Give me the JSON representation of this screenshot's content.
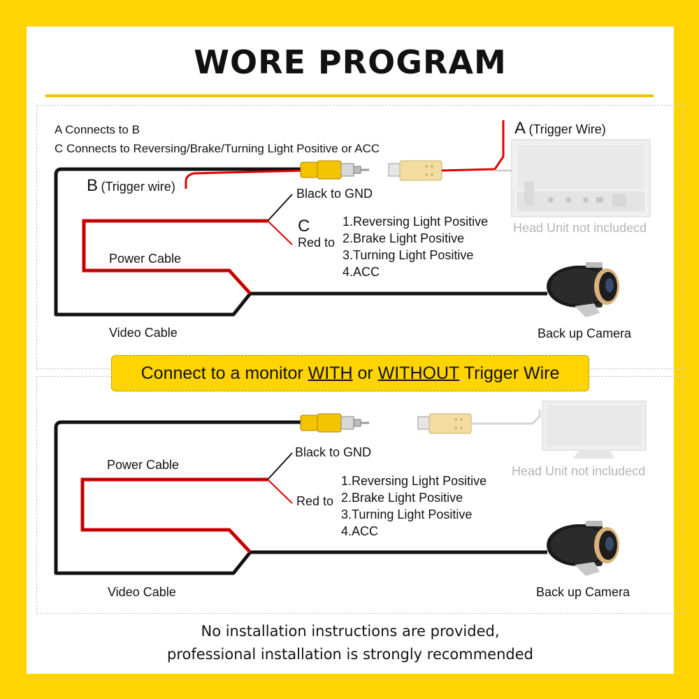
{
  "title": "WORE PROGRAM",
  "top_panel": {
    "note_line1": "A Connects to B",
    "note_line2": "C Connects to Reversing/Brake/Turning Light Positive or ACC",
    "label_a_letter": "A",
    "label_a_text": "(Trigger Wire)",
    "label_b_letter": "B",
    "label_b_text": "(Trigger wire)",
    "label_c_letter": "C",
    "black_to_gnd": "Black to GND",
    "red_to": "Red to",
    "targets": [
      "1.Reversing Light Positive",
      "2.Brake Light Positive",
      "3.Turning Light Positive",
      "4.ACC"
    ],
    "power_cable": "Power Cable",
    "video_cable": "Video Cable",
    "back_up_camera": "Back up Camera",
    "head_unit": "Head Unit not includecd"
  },
  "banner": {
    "prefix": "Connect to a monitor ",
    "with": "WITH",
    "middle": " or ",
    "without": "WITHOUT",
    "suffix": " Trigger Wire"
  },
  "bottom_panel": {
    "black_to_gnd": "Black to GND",
    "red_to": "Red to",
    "targets": [
      "1.Reversing Light Positive",
      "2.Brake Light Positive",
      "3.Turning Light Positive",
      "4.ACC"
    ],
    "power_cable": "Power Cable",
    "video_cable": "Video Cable",
    "back_up_camera": "Back up Camera",
    "head_unit": "Head Unit not includecd"
  },
  "notice": {
    "line1": "No installation instructions are provided,",
    "line2": "professional installation is strongly recommended"
  },
  "colors": {
    "frame_yellow": "#ffd400",
    "wire_black": "#111111",
    "wire_red": "#e00000",
    "rca_yellow": "#f5c400",
    "rca_cream": "#f3dca0"
  }
}
